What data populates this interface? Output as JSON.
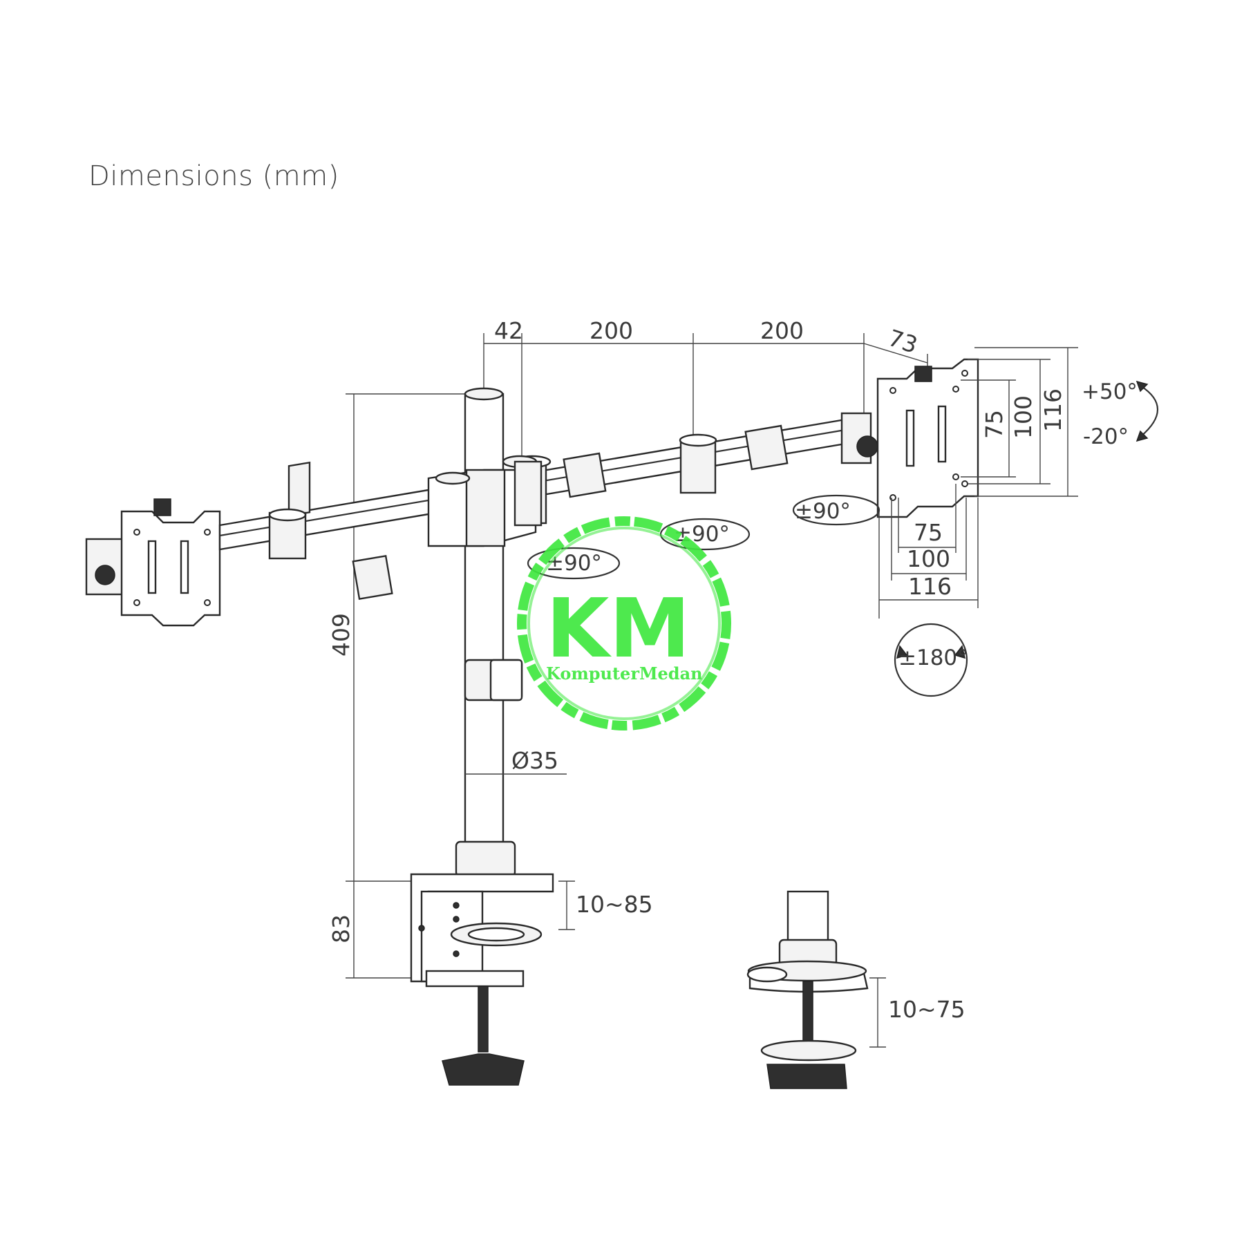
{
  "title": "Dimensions (mm)",
  "dimensions": {
    "arm_offset": "42",
    "arm_segment_1": "200",
    "arm_segment_2": "200",
    "head_depth": "73",
    "pole_height": "409",
    "pole_diameter": "Ø35",
    "clamp_height": "83",
    "clamp_range": "10~85",
    "grommet_range": "10~75",
    "vesa_vertical": [
      "75",
      "100",
      "116"
    ],
    "vesa_horizontal": [
      "75",
      "100",
      "116"
    ]
  },
  "angles": {
    "tilt_up": "+50°",
    "tilt_down": "-20°",
    "swivel_joint_1": "±90°",
    "swivel_joint_2": "±90°",
    "swivel_joint_3": "±90°",
    "rotation": "±180°"
  },
  "watermark": {
    "monogram": "KM",
    "text": "KomputerMedan",
    "color": "#3fe83f"
  }
}
